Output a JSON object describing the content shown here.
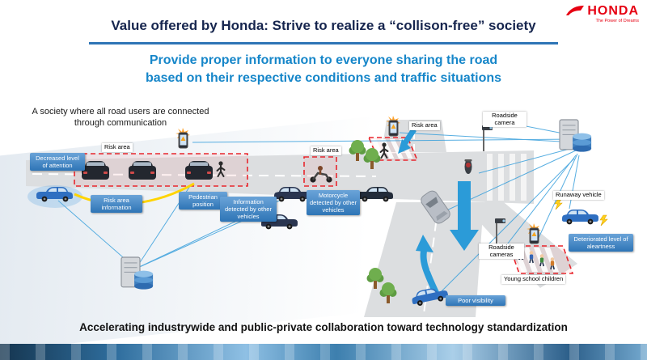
{
  "logo": {
    "brand": "HONDA",
    "tagline": "The Power of Dreams"
  },
  "title": "Value offered by Honda: Strive to realize a “collison-free” society",
  "subtitle": {
    "line1": "Provide proper information to everyone sharing the road",
    "line2": "based on their respective conditions and traffic situations"
  },
  "intro": {
    "line1": "A society where all road users are connected",
    "line2": "through communication"
  },
  "callouts": {
    "decreased_attention": "Decreased level of attention",
    "risk_area_info": "Risk area information",
    "pedestrian_position": "Pedestrian position",
    "info_detected": "Information detected by other vehicles",
    "motorcycle_detected": "Motorcycle detected by other vehicles",
    "deteriorated_alertness": "Deteriorated level of aleartness",
    "poor_visibility": "Poor visibility"
  },
  "tags": {
    "risk_area_left": "Risk area",
    "risk_area_mid": "Risk area",
    "risk_area_top": "Risk area",
    "roadside_camera": "Roadside camera",
    "roadside_cameras": "Roadside cameras",
    "runaway_vehicle": "Runaway vehicle",
    "young_school_children": "Young school children"
  },
  "footer": "Accelerating industrywide and public-private collaboration toward technology standardization",
  "colors": {
    "honda_red": "#e60012",
    "title_navy": "#16254e",
    "subtitle_blue": "#1686c9",
    "callout_blue": "#2e75b6",
    "risk_red": "#e8262d",
    "path_yellow": "#ffd400",
    "arrow_blue": "#2b9bd8"
  }
}
